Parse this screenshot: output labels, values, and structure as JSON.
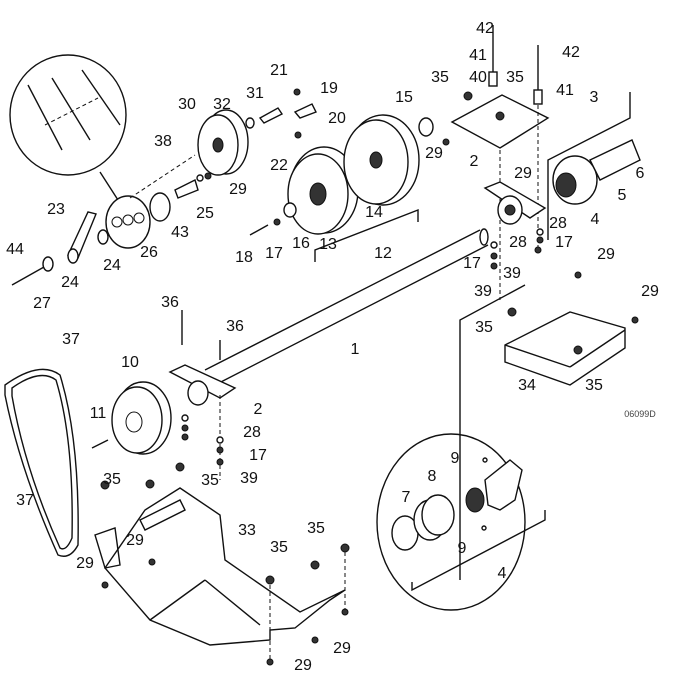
{
  "figure_code": "06099D",
  "labels": {
    "l1": "1",
    "l2a": "2",
    "l2b": "2",
    "l3": "3",
    "l4a": "4",
    "l4b": "4",
    "l5": "5",
    "l6": "6",
    "l7": "7",
    "l8": "8",
    "l9a": "9",
    "l9b": "9",
    "l10": "10",
    "l11": "11",
    "l12": "12",
    "l13": "13",
    "l14": "14",
    "l15": "15",
    "l16": "16",
    "l17a": "17",
    "l17b": "17",
    "l17c": "17",
    "l17d": "17",
    "l18": "18",
    "l19": "19",
    "l20": "20",
    "l21": "21",
    "l22": "22",
    "l23": "23",
    "l24a": "24",
    "l24b": "24",
    "l25": "25",
    "l26": "26",
    "l27": "27",
    "l28a": "28",
    "l28b": "28",
    "l28c": "28",
    "l29a": "29",
    "l29b": "29",
    "l29c": "29",
    "l29d": "29",
    "l29e": "29",
    "l29f": "29",
    "l29g": "29",
    "l29h": "29",
    "l29i": "29",
    "l30": "30",
    "l31": "31",
    "l32": "32",
    "l33": "33",
    "l34": "34",
    "l35a": "35",
    "l35b": "35",
    "l35c": "35",
    "l35d": "35",
    "l35e": "35",
    "l35f": "35",
    "l35g": "35",
    "l35h": "35",
    "l36a": "36",
    "l36b": "36",
    "l37a": "37",
    "l37b": "37",
    "l38": "38",
    "l39a": "39",
    "l39b": "39",
    "l39c": "39",
    "l40": "40",
    "l41a": "41",
    "l41b": "41",
    "l42a": "42",
    "l42b": "42",
    "l43": "43",
    "l44": "44"
  }
}
